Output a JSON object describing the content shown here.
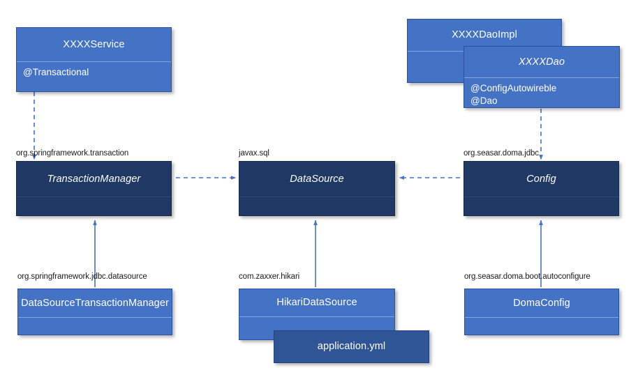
{
  "diagram": {
    "title": "Spring / Doma DataSource class diagram",
    "background": "#ffffff",
    "colors": {
      "class_fill": "#4472C4",
      "interface_fill": "#1F3864",
      "config_fill": "#2F5597",
      "connector": "#4472C4",
      "label_text": "#1a1a1a"
    }
  },
  "nodes": {
    "xxxx_service": {
      "name": "XXXXService",
      "stereotype_lines": "@Transactional",
      "kind": "class"
    },
    "xxxx_dao_impl": {
      "name": "XXXXDaoImpl",
      "stereotype_lines": "",
      "kind": "class"
    },
    "xxxx_dao": {
      "name": "XXXXDao",
      "stereotype_lines": "@ConfigAutowireble\n@Dao",
      "kind": "interface"
    },
    "transaction_manager": {
      "name": "TransactionManager",
      "package": "org.springframework.transaction",
      "kind": "interface"
    },
    "data_source": {
      "name": "DataSource",
      "package": "javax.sql",
      "kind": "interface"
    },
    "config": {
      "name": "Config",
      "package": "org.seasar.doma.jdbc",
      "kind": "interface"
    },
    "datasource_transaction_manager": {
      "name": "DataSourceTransactionManager",
      "package": "org.springframework.jdbc.datasource",
      "kind": "class"
    },
    "hikari_datasource": {
      "name": "HikariDataSource",
      "package": "com.zaxxer.hikari",
      "kind": "class"
    },
    "doma_config": {
      "name": "DomaConfig",
      "package": "org.seasar.doma.boot.autoconfigure",
      "kind": "class"
    },
    "application_yml": {
      "name": "application.yml",
      "kind": "config-file"
    }
  },
  "edges": [
    {
      "id": "service-to-txmanager",
      "from": "xxxx_service",
      "to": "transaction_manager",
      "style": "dashed",
      "arrow": "open",
      "direction": "down"
    },
    {
      "id": "dao-to-config",
      "from": "xxxx_dao",
      "to": "config",
      "style": "dashed",
      "arrow": "open",
      "direction": "down"
    },
    {
      "id": "txmanager-to-datasource",
      "from": "transaction_manager",
      "to": "data_source",
      "style": "dashed",
      "arrow": "open",
      "direction": "right"
    },
    {
      "id": "config-to-datasource",
      "from": "config",
      "to": "data_source",
      "style": "dashed",
      "arrow": "open",
      "direction": "left"
    },
    {
      "id": "dstxmanager-to-txmanager",
      "from": "datasource_transaction_manager",
      "to": "transaction_manager",
      "style": "solid",
      "arrow": "open",
      "direction": "up"
    },
    {
      "id": "hikari-to-datasource",
      "from": "hikari_datasource",
      "to": "data_source",
      "style": "solid",
      "arrow": "open",
      "direction": "up"
    },
    {
      "id": "domaconfig-to-config",
      "from": "doma_config",
      "to": "config",
      "style": "solid",
      "arrow": "open",
      "direction": "up"
    }
  ]
}
